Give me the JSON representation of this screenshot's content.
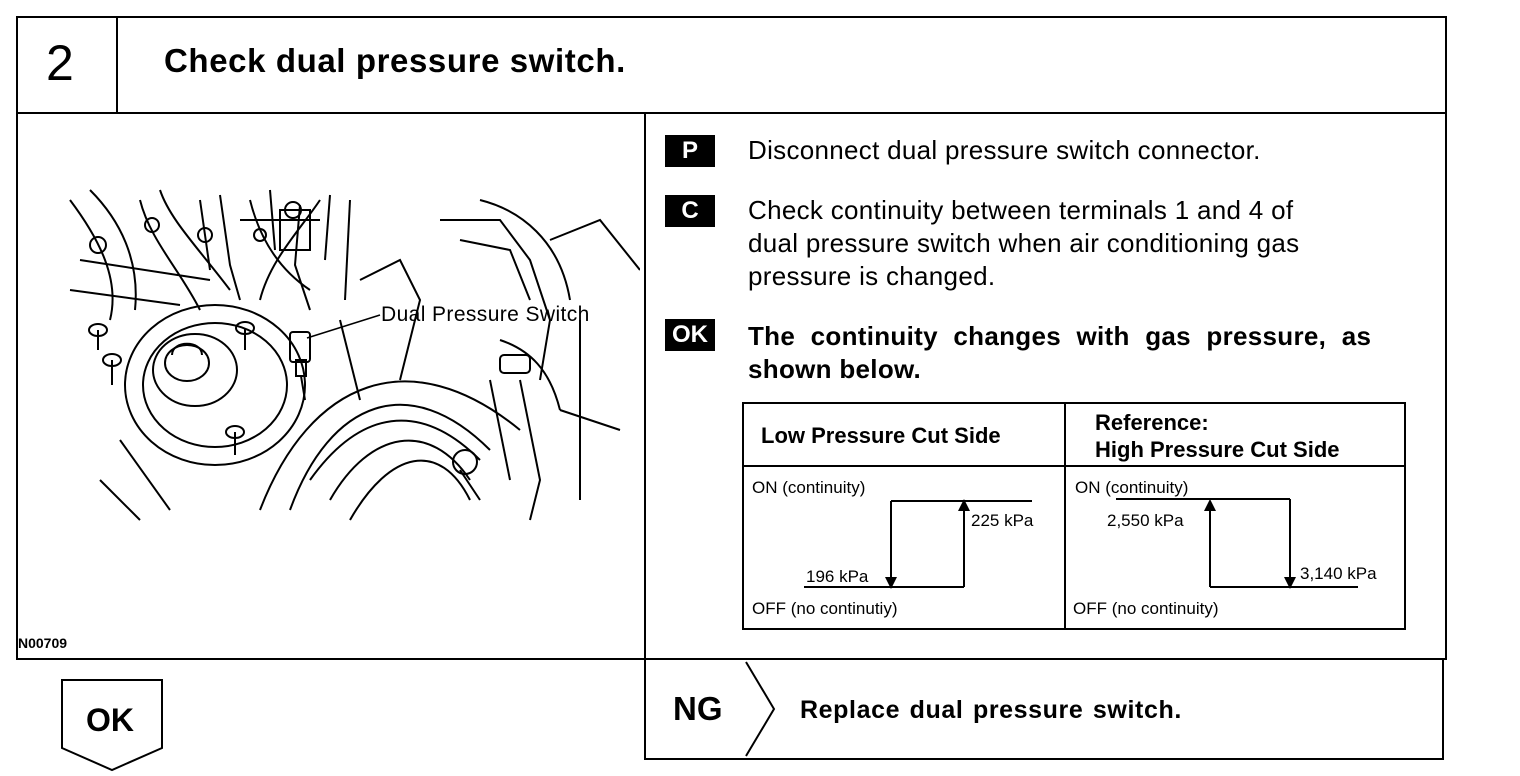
{
  "step": {
    "number": "2",
    "title": "Check dual pressure switch."
  },
  "illustration": {
    "callout": "Dual Pressure Switch",
    "figure_id": "N00709"
  },
  "instructions": [
    {
      "badge": "P",
      "text": "Disconnect dual pressure switch connector."
    },
    {
      "badge": "C",
      "lines": [
        "Check continuity between terminals 1 and 4 of",
        "dual pressure switch when air conditioning gas",
        "pressure is changed."
      ]
    },
    {
      "badge": "OK",
      "lines": [
        "The continuity changes with gas pressure, as",
        "shown below."
      ]
    }
  ],
  "table": {
    "col1_header": "Low Pressure Cut Side",
    "col2_header_line1": "Reference:",
    "col2_header_line2": "High Pressure Cut Side",
    "low": {
      "on": "ON (continuity)",
      "off": "OFF (no continutiy)",
      "rise": "225 kPa",
      "fall": "196 kPa"
    },
    "high": {
      "on": "ON (continuity)",
      "off": "OFF (no continuity)",
      "rise": "2,550 kPa",
      "fall": "3,140 kPa"
    }
  },
  "result_ok": {
    "label": "OK"
  },
  "result_ng": {
    "label": "NG",
    "action": "Replace dual pressure switch."
  }
}
